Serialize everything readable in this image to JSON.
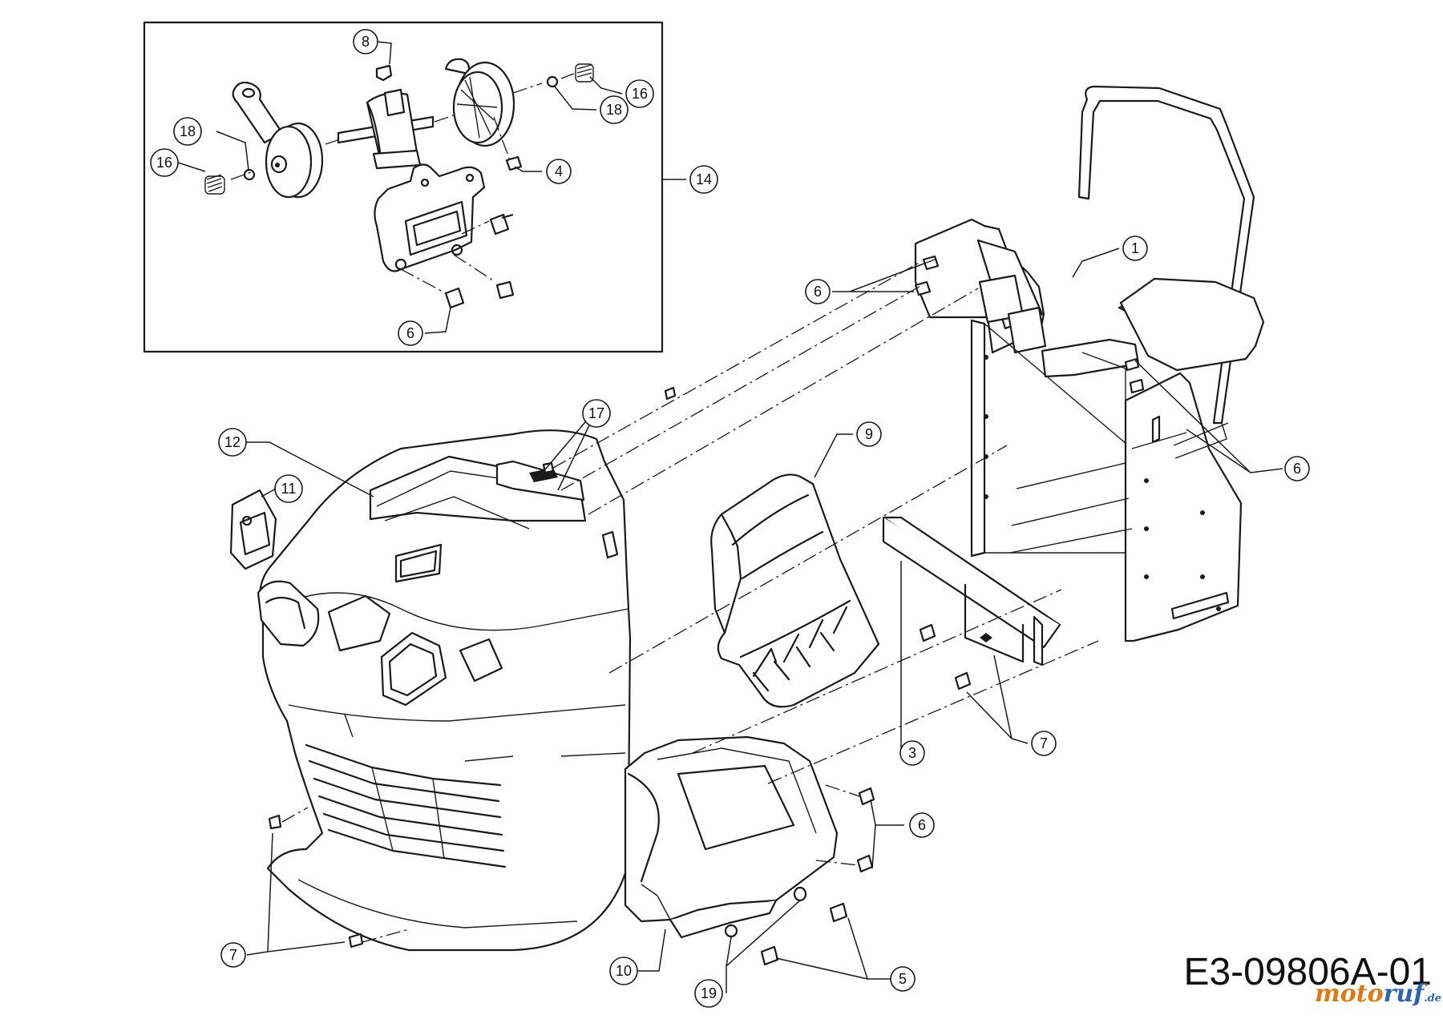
{
  "drawing_code": "E3-09806A-01",
  "watermark": {
    "part1": "moto",
    "part2": "ruf",
    "suffix": ".de"
  },
  "callouts": {
    "c1": "1",
    "c3": "3",
    "c4": "4",
    "c5": "5",
    "c6_inset": "6",
    "c6_top": "6",
    "c6_right": "6",
    "c6_bottom": "6",
    "c7_left": "7",
    "c7_right": "7",
    "c8": "8",
    "c9": "9",
    "c10": "10",
    "c11": "11",
    "c12": "12",
    "c14": "14",
    "c16_left": "16",
    "c16_right": "16",
    "c17": "17",
    "c18_left": "18",
    "c18_right": "18",
    "c19": "19"
  }
}
